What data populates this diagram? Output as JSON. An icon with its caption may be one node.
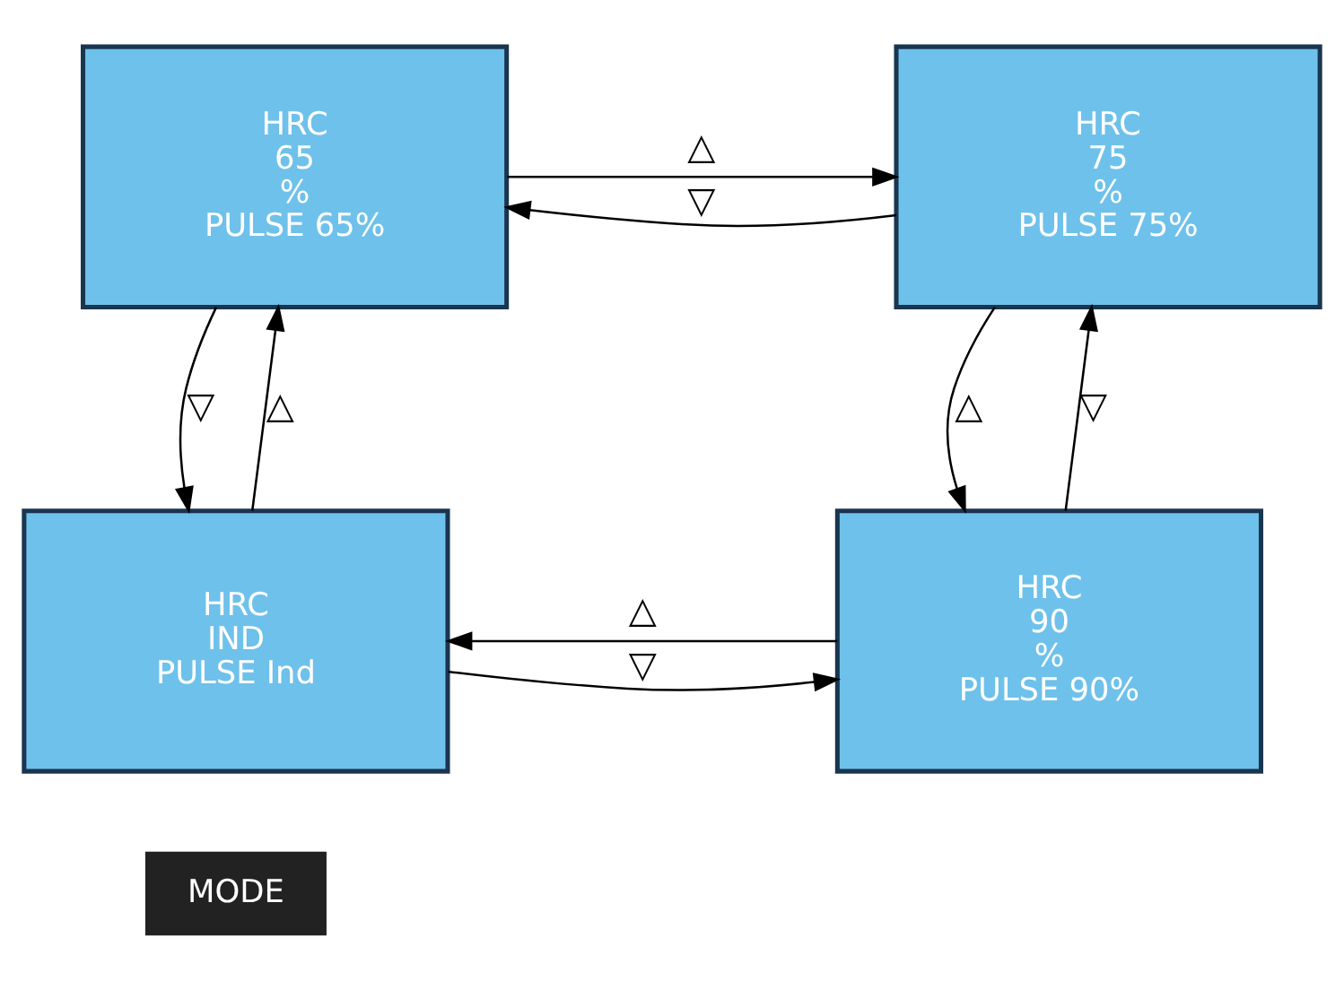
{
  "diagram": {
    "nodes": [
      {
        "text": [
          "HRC",
          "65",
          "%",
          "PULSE 65%"
        ]
      },
      {
        "text": [
          "HRC",
          "75",
          "%",
          "PULSE 75%"
        ]
      },
      {
        "text": [
          "HRC",
          "IND",
          "PULSE Ind"
        ]
      },
      {
        "text": [
          "HRC",
          "90",
          "%",
          "PULSE 90%"
        ]
      },
      {
        "text": [
          "MODE"
        ]
      }
    ],
    "edges": [
      {
        "from": 0,
        "to": 1,
        "arrow": "to",
        "label": "△"
      },
      {
        "from": 1,
        "to": 0,
        "arrow": "to",
        "label": "▽"
      },
      {
        "from": 1,
        "to": 3,
        "arrow": "to",
        "label": "△"
      },
      {
        "from": 3,
        "to": 1,
        "arrow": "to",
        "label": "▽"
      },
      {
        "from": 3,
        "to": 2,
        "arrow": "to",
        "label": "△"
      },
      {
        "from": 2,
        "to": 3,
        "arrow": "to",
        "label": "▽"
      },
      {
        "from": 2,
        "to": 0,
        "arrow": "to",
        "label": "△"
      },
      {
        "from": 0,
        "to": 2,
        "arrow": "to",
        "label": "▽"
      }
    ]
  }
}
